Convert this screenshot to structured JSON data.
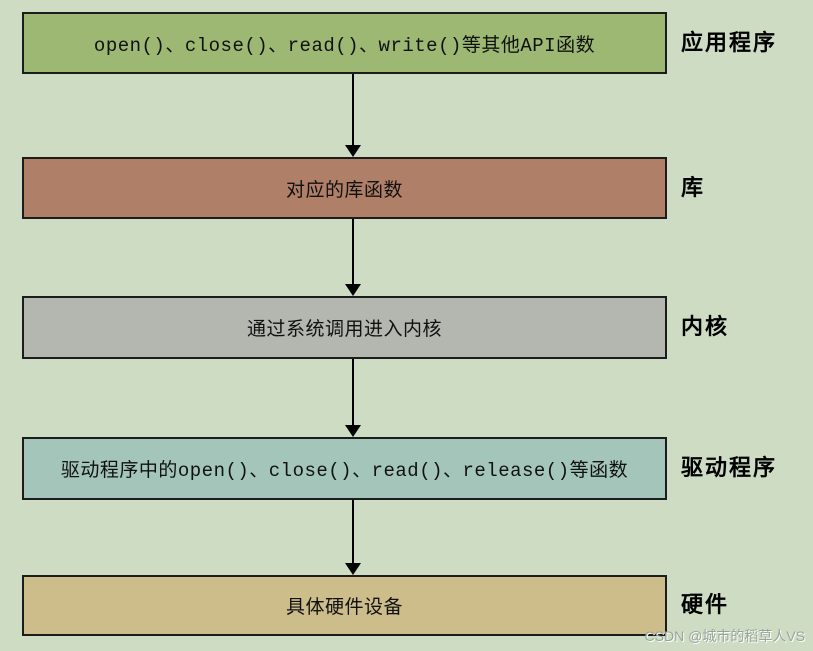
{
  "page": {
    "background_color": "#cedcc4",
    "watermark": {
      "text": "CSDN @城市的稻草人VS",
      "color": "#98a49b"
    }
  },
  "diagram": {
    "border_color": "#1c1c1c",
    "arrow_color": "#000000",
    "layers": [
      {
        "box_text": "open()、close()、read()、write()等其他API函数",
        "label": "应用程序",
        "box_color": "#9cb873"
      },
      {
        "box_text": "对应的库函数",
        "label": "库",
        "box_color": "#b07f68"
      },
      {
        "box_text": "通过系统调用进入内核",
        "label": "内核",
        "box_color": "#b4b7b0"
      },
      {
        "box_text": "驱动程序中的open()、close()、read()、release()等函数",
        "label": "驱动程序",
        "box_color": "#a4c6ba"
      },
      {
        "box_text": "具体硬件设备",
        "label": "硬件",
        "box_color": "#ccbd8b"
      }
    ]
  }
}
